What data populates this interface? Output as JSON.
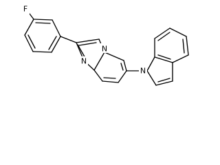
{
  "molecule": {
    "atoms": {
      "fluorine": "F",
      "bridgehead_nitrogen": "N",
      "imine_nitrogen": "N",
      "indole_nitrogen": "N"
    },
    "colors": {
      "bond": "#000000",
      "label": "#000000",
      "background": "#ffffff"
    }
  }
}
